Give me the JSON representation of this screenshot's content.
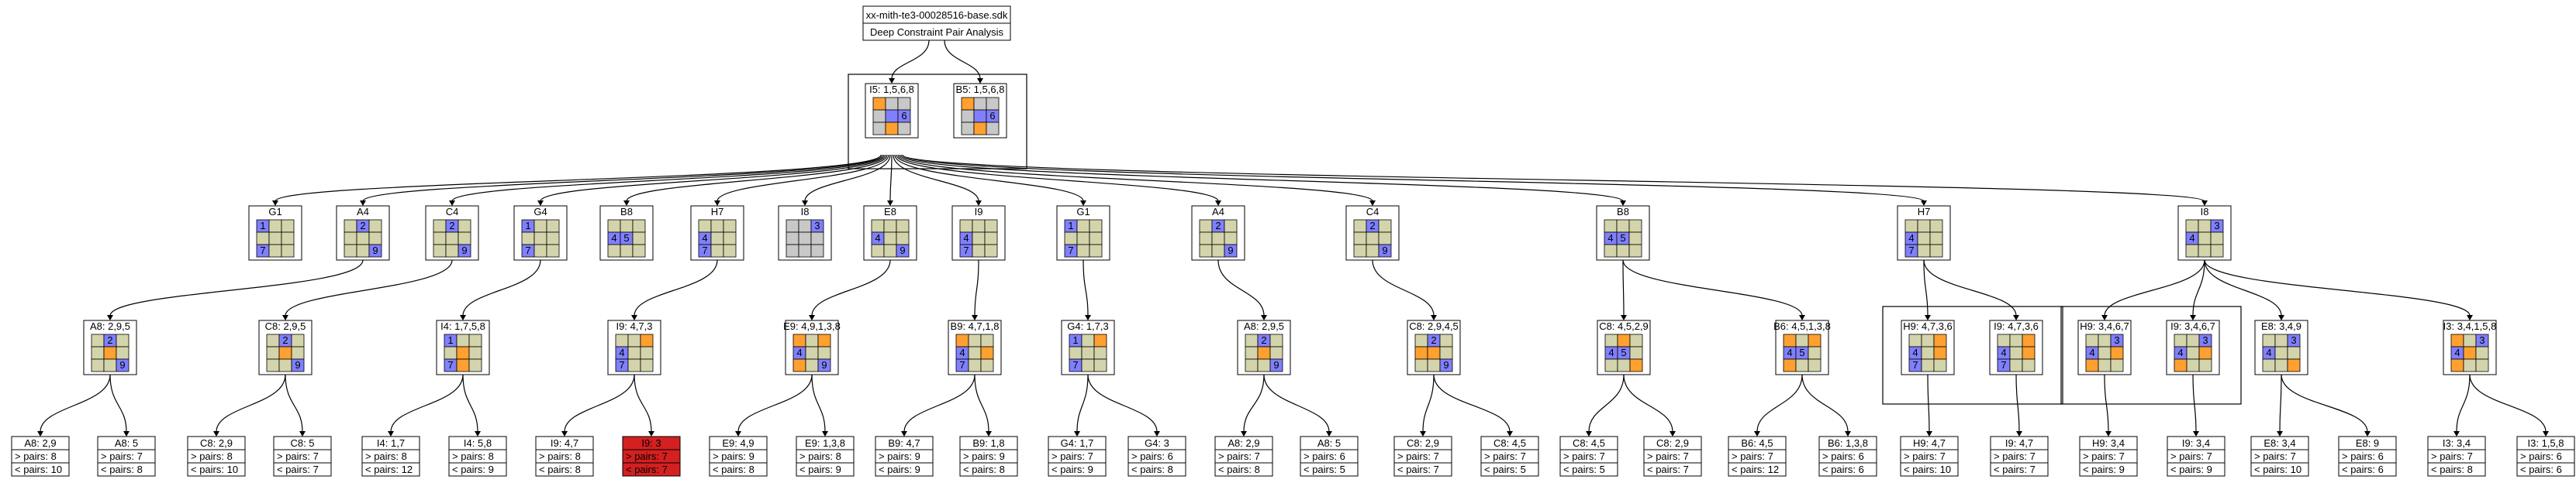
{
  "colors": {
    "blank": "#d4d4ac",
    "blue": "#8080ff",
    "orange": "#ffa030",
    "gray": "#c8c8c8",
    "failed": "#d42020",
    "stroke": "#000000"
  },
  "root": {
    "title": "xx-mith-te3-00028516-base.sdk",
    "subtitle": "Deep Constraint Pair Analysis"
  },
  "top_nodes": [
    {
      "label": "I5: 1,5,6,8",
      "grid": [
        "OGG",
        "GB6",
        "GOG"
      ]
    },
    {
      "label": "B5: 1,5,6,8",
      "grid": [
        "OGG",
        "GB6",
        "GOG"
      ]
    }
  ],
  "level1": [
    {
      "label": "G1",
      "grid": [
        "1__",
        "___",
        "7__"
      ]
    },
    {
      "label": "A4",
      "grid": [
        "_2_",
        "___",
        "__9"
      ]
    },
    {
      "label": "C4",
      "grid": [
        "_2_",
        "___",
        "__9"
      ]
    },
    {
      "label": "G4",
      "grid": [
        "1__",
        "___",
        "7__"
      ]
    },
    {
      "label": "B8",
      "grid": [
        "___",
        "45_",
        "___"
      ]
    },
    {
      "label": "H7",
      "grid": [
        "___",
        "4__",
        "7__"
      ]
    },
    {
      "label": "I8",
      "grid": [
        "GG3",
        "GGG",
        "GGG"
      ]
    },
    {
      "label": "E8",
      "grid": [
        "___",
        "4__",
        "__9"
      ]
    },
    {
      "label": "I9",
      "grid": [
        "___",
        "4__",
        "7__"
      ]
    },
    {
      "label": "G1",
      "grid": [
        "1__",
        "___",
        "7__"
      ]
    },
    {
      "label": "A4",
      "grid": [
        "_2_",
        "___",
        "__9"
      ]
    },
    {
      "label": "C4",
      "grid": [
        "_2_",
        "___",
        "__9"
      ]
    },
    {
      "label": "B8",
      "grid": [
        "___",
        "45_",
        "___"
      ]
    },
    {
      "label": "H7",
      "grid": [
        "___",
        "4__",
        "7__"
      ]
    },
    {
      "label": "I8",
      "grid": [
        "__3",
        "4__",
        "___"
      ]
    }
  ],
  "level2": [
    {
      "label": "A8: 2,9,5",
      "grid": [
        "_2_",
        "_O_",
        "__9"
      ]
    },
    {
      "label": "C8: 2,9,5",
      "grid": [
        "_2_",
        "_O_",
        "__9"
      ]
    },
    {
      "label": "I4: 1,7,5,8",
      "grid": [
        "1__",
        "_O_",
        "7O_"
      ]
    },
    {
      "label": "I9: 4,7,3",
      "grid": [
        "__O",
        "4__",
        "7__"
      ]
    },
    {
      "label": "E9: 4,9,1,3,8",
      "grid": [
        "O_O",
        "4__",
        "O_9"
      ]
    },
    {
      "label": "B9: 4,7,1,8",
      "grid": [
        "O__",
        "4_O",
        "7__"
      ]
    },
    {
      "label": "G4: 1,7,3",
      "grid": [
        "1_O",
        "___",
        "7__"
      ]
    },
    {
      "label": "A8: 2,9,5",
      "grid": [
        "_2_",
        "_O_",
        "__9"
      ]
    },
    {
      "label": "C8: 2,9,4,5",
      "grid": [
        "_2_",
        "OO_",
        "__9"
      ]
    },
    {
      "label": "C8: 4,5,2,9",
      "grid": [
        "_O_",
        "45_",
        "__O"
      ]
    },
    {
      "label": "B6: 4,5,1,3,8",
      "grid": [
        "O_O",
        "45_",
        "O__"
      ]
    },
    {
      "label": "H9: 4,7,3,6",
      "grid": [
        "__O",
        "4_O",
        "7__"
      ]
    },
    {
      "label": "I9: 4,7,3,6",
      "grid": [
        "__O",
        "4_O",
        "7__"
      ]
    },
    {
      "label": "H9: 3,4,6,7",
      "grid": [
        "__3",
        "4_O",
        "O__"
      ]
    },
    {
      "label": "I9: 3,4,6,7",
      "grid": [
        "__3",
        "4_O",
        "O__"
      ]
    },
    {
      "label": "E8: 3,4,9",
      "grid": [
        "__3",
        "4__",
        "__O"
      ]
    },
    {
      "label": "I3: 3,4,1,5,8",
      "grid": [
        "O_3",
        "4O_",
        "O__"
      ]
    }
  ],
  "level3": [
    {
      "label": "A8: 2,9",
      "l1": "> pairs: 8",
      "l2": "< pairs: 10"
    },
    {
      "label": "A8: 5",
      "l1": "> pairs: 7",
      "l2": "< pairs: 8"
    },
    {
      "label": "C8: 2,9",
      "l1": "> pairs: 8",
      "l2": "< pairs: 10"
    },
    {
      "label": "C8: 5",
      "l1": "> pairs: 7",
      "l2": "< pairs: 7"
    },
    {
      "label": "I4: 1,7",
      "l1": "> pairs: 8",
      "l2": "< pairs: 12"
    },
    {
      "label": "I4: 5,8",
      "l1": "> pairs: 8",
      "l2": "< pairs: 9"
    },
    {
      "label": "I9: 4,7",
      "l1": "> pairs: 8",
      "l2": "< pairs: 8"
    },
    {
      "label": "I9: 3",
      "l1": "> pairs: 7",
      "l2": "< pairs: 7",
      "failed": true
    },
    {
      "label": "E9: 4,9",
      "l1": "> pairs: 9",
      "l2": "< pairs: 8"
    },
    {
      "label": "E9: 1,3,8",
      "l1": "> pairs: 8",
      "l2": "< pairs: 9"
    },
    {
      "label": "B9: 4,7",
      "l1": "> pairs: 9",
      "l2": "< pairs: 9"
    },
    {
      "label": "B9: 1,8",
      "l1": "> pairs: 9",
      "l2": "< pairs: 8"
    },
    {
      "label": "G4: 1,7",
      "l1": "> pairs: 7",
      "l2": "< pairs: 9"
    },
    {
      "label": "G4: 3",
      "l1": "> pairs: 6",
      "l2": "< pairs: 8"
    },
    {
      "label": "A8: 2,9",
      "l1": "> pairs: 7",
      "l2": "< pairs: 8"
    },
    {
      "label": "A8: 5",
      "l1": "> pairs: 6",
      "l2": "< pairs: 5"
    },
    {
      "label": "C8: 2,9",
      "l1": "> pairs: 7",
      "l2": "< pairs: 7"
    },
    {
      "label": "C8: 4,5",
      "l1": "> pairs: 7",
      "l2": "< pairs: 5"
    },
    {
      "label": "C8: 4,5",
      "l1": "> pairs: 7",
      "l2": "< pairs: 5"
    },
    {
      "label": "C8: 2,9",
      "l1": "> pairs: 7",
      "l2": "< pairs: 7"
    },
    {
      "label": "B6: 4,5",
      "l1": "> pairs: 7",
      "l2": "< pairs: 12"
    },
    {
      "label": "B6: 1,3,8",
      "l1": "> pairs: 6",
      "l2": "< pairs: 6"
    },
    {
      "label": "H9: 4,7",
      "l1": "> pairs: 7",
      "l2": "< pairs: 10"
    },
    {
      "label": "I9: 4,7",
      "l1": "> pairs: 7",
      "l2": "< pairs: 7"
    },
    {
      "label": "H9: 3,4",
      "l1": "> pairs: 7",
      "l2": "< pairs: 9"
    },
    {
      "label": "I9: 3,4",
      "l1": "> pairs: 7",
      "l2": "< pairs: 9"
    },
    {
      "label": "E8: 3,4",
      "l1": "> pairs: 7",
      "l2": "< pairs: 10"
    },
    {
      "label": "E8: 9",
      "l1": "> pairs: 6",
      "l2": "< pairs: 6"
    },
    {
      "label": "I3: 3,4",
      "l1": "> pairs: 7",
      "l2": "< pairs: 8"
    },
    {
      "label": "I3: 1,5,8",
      "l1": "> pairs: 6",
      "l2": "< pairs: 6"
    }
  ]
}
